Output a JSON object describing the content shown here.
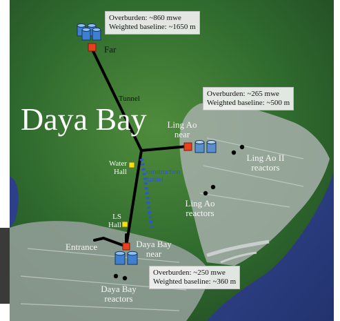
{
  "title": "Daya Bay",
  "boxes": {
    "far": {
      "line1": "Overburden: ~860 mwe",
      "line2": "Weighted baseline: ~1650 m"
    },
    "lingao": {
      "line1": "Overburden: ~265 mwe",
      "line2": "Weighted baseline: ~500 m"
    },
    "dayabay": {
      "line1": "Overburden: ~250 mwe",
      "line2": "Weighted baseline: ~360 m"
    }
  },
  "labels": {
    "far": "Far",
    "tunnel": "Tunnel",
    "lingao_near_1": "Ling Ao",
    "lingao_near_2": "near",
    "water_hall_1": "Water",
    "water_hall_2": "Hall",
    "ls_hall_1": "LS",
    "ls_hall_2": "Hall",
    "entrance": "Entrance",
    "dayabay_near_1": "Daya Bay",
    "dayabay_near_2": "near",
    "lingao2_reactors_1": "Ling Ao II",
    "lingao2_reactors_2": "reactors",
    "lingao_reactors_1": "Ling Ao",
    "lingao_reactors_2": "reactors",
    "dayabay_reactors_1": "Daya Bay",
    "dayabay_reactors_2": "reactors",
    "construction_1": "construction",
    "construction_2": "tunnel"
  },
  "colors": {
    "sea": "#2c3e8a",
    "forest": "#2f6a2e",
    "urban": "#9aa6a1",
    "tunnel": "#000000",
    "detector": "#e8401c",
    "hall": "#f1df17",
    "construction_tunnel": "#2c56d8"
  }
}
